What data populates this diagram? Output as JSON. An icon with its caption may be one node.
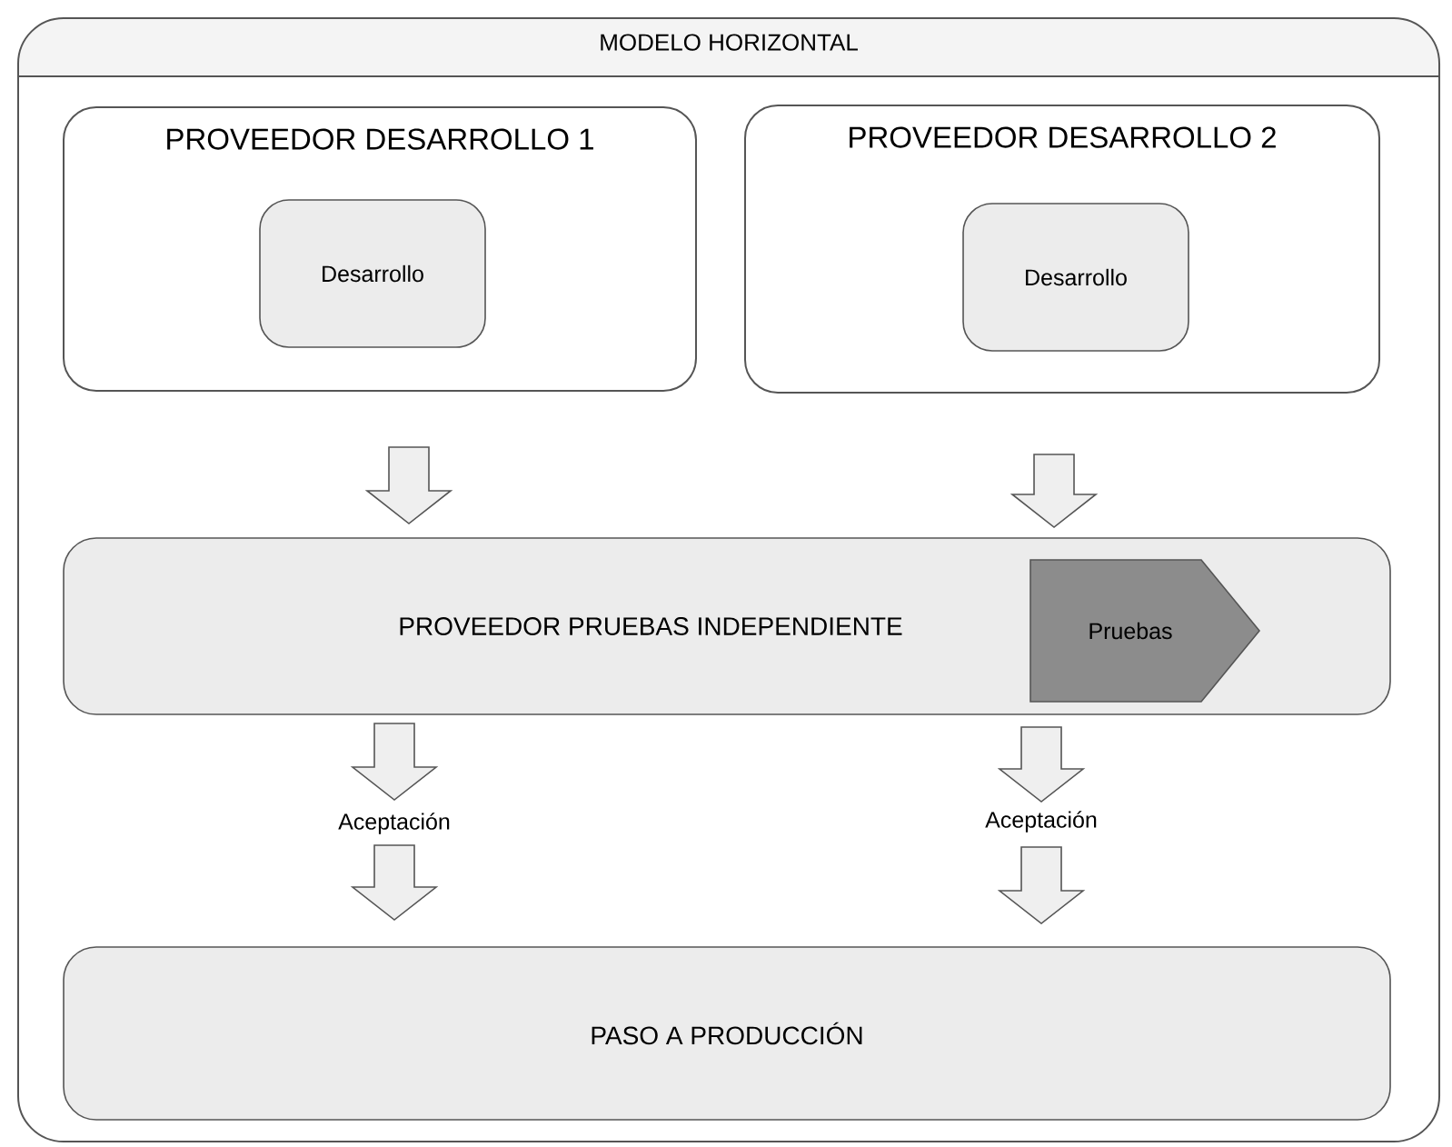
{
  "diagram": {
    "nodes": [
      {
        "text": [
          "MODELO HORIZONTAL"
        ]
      },
      {
        "text": [
          "PROVEEDOR DESARROLLO 1"
        ],
        "in": 0
      },
      {
        "text": [
          "Desarrollo"
        ],
        "in": 1
      },
      {
        "text": [
          "PROVEEDOR DESARROLLO 2"
        ],
        "in": 0
      },
      {
        "text": [
          "Desarrollo"
        ],
        "in": 3
      },
      {
        "text": [
          "PROVEEDOR PRUEBAS INDEPENDIENTE"
        ],
        "in": 0
      },
      {
        "text": [
          "Pruebas"
        ],
        "in": 5
      },
      {
        "text": [
          "Aceptación"
        ],
        "in": 0
      },
      {
        "text": [
          "Aceptación"
        ],
        "in": 0
      },
      {
        "text": [
          "PASO A PRODUCCIÓN"
        ],
        "in": 0
      }
    ],
    "edges": [
      {
        "from": 1,
        "to": 5,
        "arrow": "to"
      },
      {
        "from": 3,
        "to": 5,
        "arrow": "to"
      },
      {
        "from": 5,
        "to": 7,
        "arrow": "to"
      },
      {
        "from": 5,
        "to": 8,
        "arrow": "to"
      },
      {
        "from": 7,
        "to": 9,
        "arrow": "to"
      },
      {
        "from": 8,
        "to": 9,
        "arrow": "to"
      }
    ]
  }
}
